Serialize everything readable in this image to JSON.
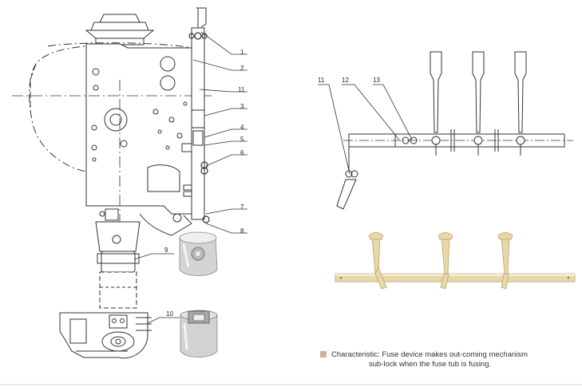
{
  "callouts": {
    "left": [
      "1",
      "2",
      "11",
      "3",
      "4",
      "5",
      "6",
      "7",
      "8",
      "9",
      "10"
    ],
    "right": [
      "11",
      "12",
      "13"
    ]
  },
  "caption": {
    "line1": "Characteristic: Fuse device makes out-coming mechanism",
    "line2": "sub-lock when the fuse tub is fusing."
  },
  "colors": {
    "bullet": "#cbb38f",
    "shaft": "#e6d8a8",
    "metal": "#c9c9c9"
  }
}
